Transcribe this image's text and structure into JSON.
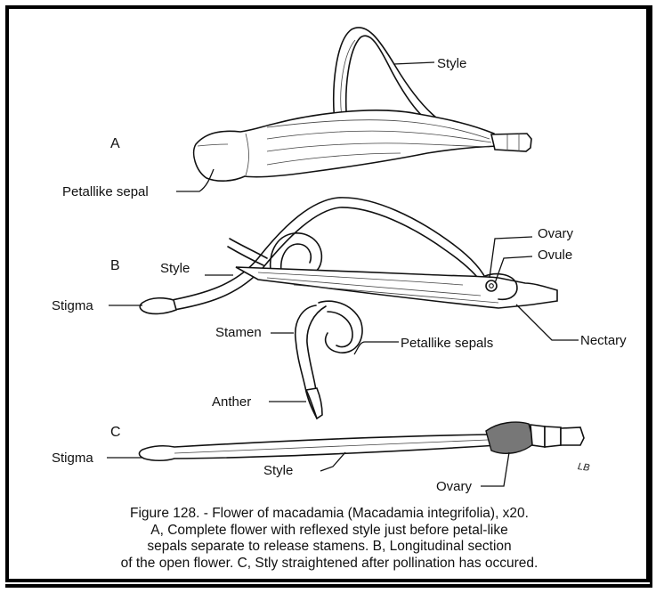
{
  "figure": {
    "part_letters": {
      "a": "A",
      "b": "B",
      "c": "C"
    },
    "labels": {
      "a_style": "Style",
      "a_petallike_sepal": "Petallike sepal",
      "b_style": "Style",
      "b_stigma": "Stigma",
      "b_ovary": "Ovary",
      "b_ovule": "Ovule",
      "b_stamen": "Stamen",
      "b_petallike_sepals": "Petallike sepals",
      "b_nectary": "Nectary",
      "b_anther": "Anther",
      "c_stigma": "Stigma",
      "c_style": "Style",
      "c_ovary": "Ovary"
    },
    "signature": "LB",
    "caption": [
      "Figure 128. - Flower of macadamia (Macadamia integrifolia), x20.",
      "A, Complete flower with reflexed style just before petal-like",
      "sepals separate to release stamens. B, Longitudinal section",
      "of the open flower. C, Stly straightened after pollination has occured."
    ]
  }
}
